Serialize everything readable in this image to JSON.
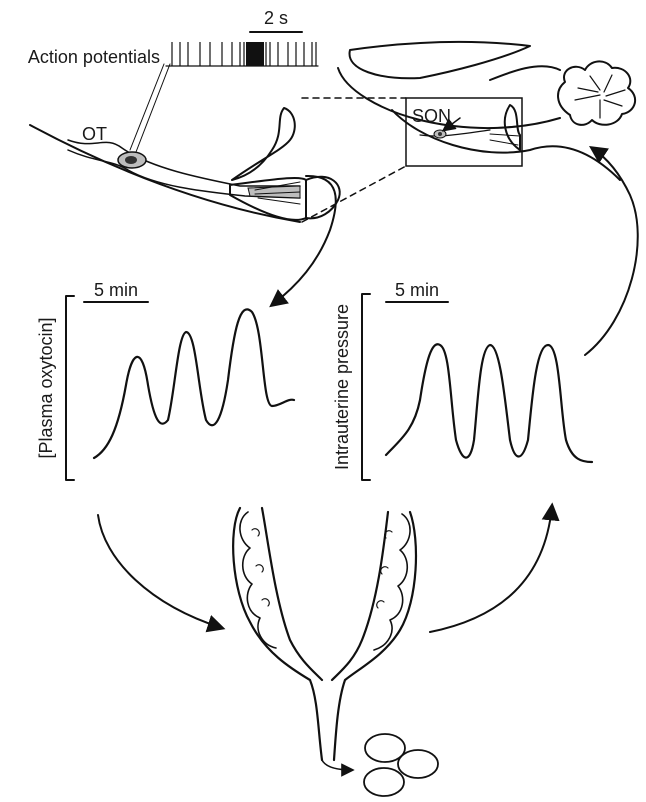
{
  "labels": {
    "timescale_top": "2 s",
    "action_potentials": "Action potentials",
    "ot": "OT",
    "son": "SON",
    "timescale_left": "5 min",
    "timescale_right": "5 min",
    "plasma_oxytocin": "[Plasma oxytocin]",
    "intrauterine_pressure": "Intrauterine pressure"
  },
  "colors": {
    "ink": "#111111",
    "neuron_fill": "#bdbdbd",
    "neuron_nucleus": "#333333"
  },
  "icons": {
    "brain": "brain-sagittal-icon",
    "hypothalamus": "hypothalamus-pituitary-icon",
    "uterus": "uterus-fetuses-icon",
    "neuron": "magnocellular-neuron-icon"
  }
}
